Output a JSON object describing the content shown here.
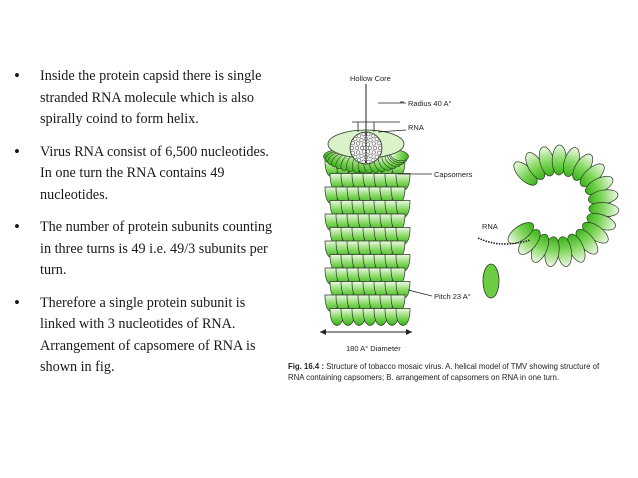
{
  "bullets": [
    "Inside the protein capsid there is single stranded RNA molecule which is also spirally coind to form helix.",
    "Virus RNA consist of 6,500 nucleotides. In one turn the RNA contains 49 nucleotides.",
    "The number of protein subunits counting in three turns is 49 i.e. 49/3 subunits per turn.",
    "Therefore a single protein subunit is linked with 3 nucleotides of RNA. Arrangement of capsomere of RNA is shown in fig."
  ],
  "bullet_symbol": "•",
  "figure": {
    "labels": {
      "hollow_core": "Hollow Core",
      "radius": "Radius 40 A°",
      "rna_top": "RNA",
      "capsomers": "Capsomers",
      "rna_right": "RNA",
      "pitch": "Pitch 23 A°",
      "diameter": "180 A° Diameter"
    },
    "caption_lead": "Fig. 16.4 :",
    "caption_text": "Structure of tobacco mosaic virus. A. helical model of TMV showing structure of RNA containing capsomers; B. arrangement of capsomers on RNA in one turn.",
    "colors": {
      "capsomer_fill": "#5ec83a",
      "capsomer_light": "#e8f7dc",
      "outline": "#2a3a22"
    }
  }
}
